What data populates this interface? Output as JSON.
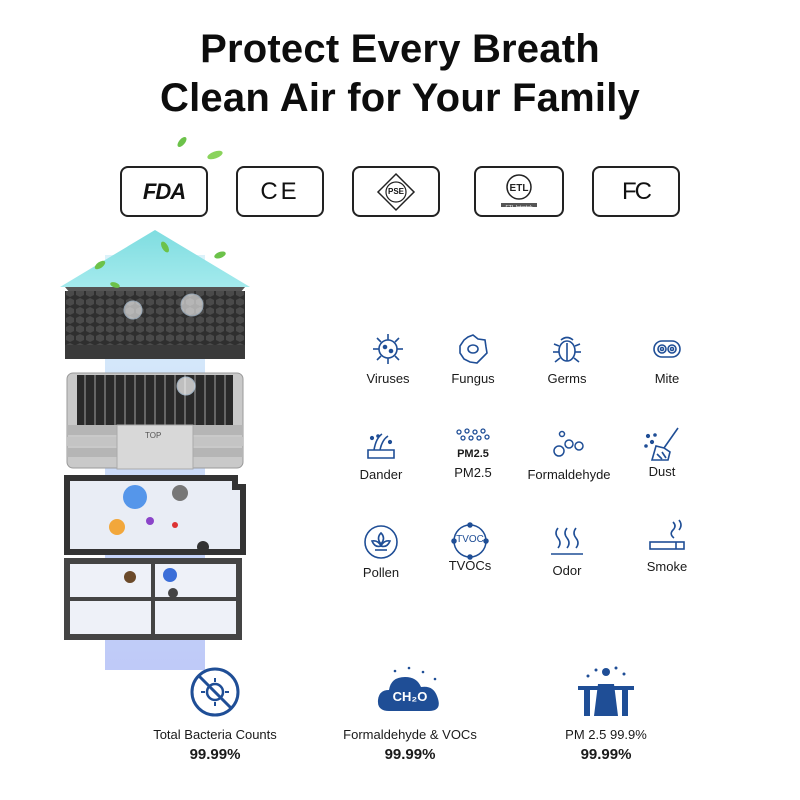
{
  "headline": {
    "line1": "Protect Every Breath",
    "line2": "Clean Air for Your Family"
  },
  "certifications": [
    {
      "label": "FDA",
      "icon": "fda-logo-icon"
    },
    {
      "label": "CE",
      "icon": "ce-mark-icon"
    },
    {
      "label": "PSE",
      "icon": "pse-mark-icon"
    },
    {
      "label": "ETL Intertek",
      "icon": "etl-mark-icon"
    },
    {
      "label": "FC",
      "icon": "fcc-mark-icon"
    }
  ],
  "filter": {
    "top_label": "TOP"
  },
  "contaminants": [
    {
      "label": "Viruses",
      "icon": "virus-icon"
    },
    {
      "label": "Fungus",
      "icon": "fungus-icon"
    },
    {
      "label": "Germs",
      "icon": "germ-icon"
    },
    {
      "label": "Mite",
      "icon": "mite-icon"
    },
    {
      "label": "Dander",
      "icon": "dander-icon"
    },
    {
      "label": "PM2.5",
      "icon": "pm25-icon",
      "icon_text": "PM2.5"
    },
    {
      "label": "Formaldehyde",
      "icon": "formaldehyde-icon"
    },
    {
      "label": "Dust",
      "icon": "dust-icon"
    },
    {
      "label": "Pollen",
      "icon": "pollen-icon"
    },
    {
      "label": "TVOCs",
      "icon": "tvoc-icon",
      "icon_text": "TVOC"
    },
    {
      "label": "Odor",
      "icon": "odor-icon"
    },
    {
      "label": "Smoke",
      "icon": "smoke-icon"
    }
  ],
  "stats": [
    {
      "label": "Total Bacteria Counts",
      "value": "99.99%",
      "icon": "no-bacteria-icon"
    },
    {
      "label": "Formaldehyde & VOCs",
      "value": "99.99%",
      "icon": "ch2o-cloud-icon",
      "icon_text": "CH₂O"
    },
    {
      "label": "PM 2.5 99.9%",
      "value": "99.99%",
      "icon": "factory-pollution-icon"
    }
  ],
  "colors": {
    "icon_blue": "#1f4e96",
    "headline": "#0d0d0d",
    "arrow": "#8fe3e6",
    "leaf": "#6cc24a"
  }
}
